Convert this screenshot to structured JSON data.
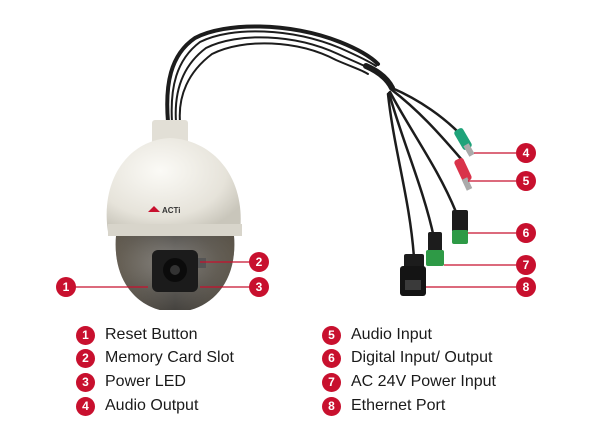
{
  "brand_logo_text": "ACTi",
  "callouts": [
    "1",
    "2",
    "3",
    "4",
    "5",
    "6",
    "7",
    "8"
  ],
  "legend": [
    {
      "num": "1",
      "label": "Reset Button"
    },
    {
      "num": "2",
      "label": "Memory Card Slot"
    },
    {
      "num": "3",
      "label": "Power LED"
    },
    {
      "num": "4",
      "label": "Audio Output"
    },
    {
      "num": "5",
      "label": "Audio Input"
    },
    {
      "num": "6",
      "label": "Digital Input/ Output"
    },
    {
      "num": "7",
      "label": "AC 24V Power Input"
    },
    {
      "num": "8",
      "label": "Ethernet Port"
    }
  ],
  "colors": {
    "badge": "#c8102e",
    "leader": "#c8102e",
    "cable": "#1c1c1c",
    "housing": "#eceae3",
    "dome": "#3a3a3a",
    "audio_out": "#1fa37a",
    "audio_in": "#d9334a",
    "terminal": "#2e9a46"
  }
}
